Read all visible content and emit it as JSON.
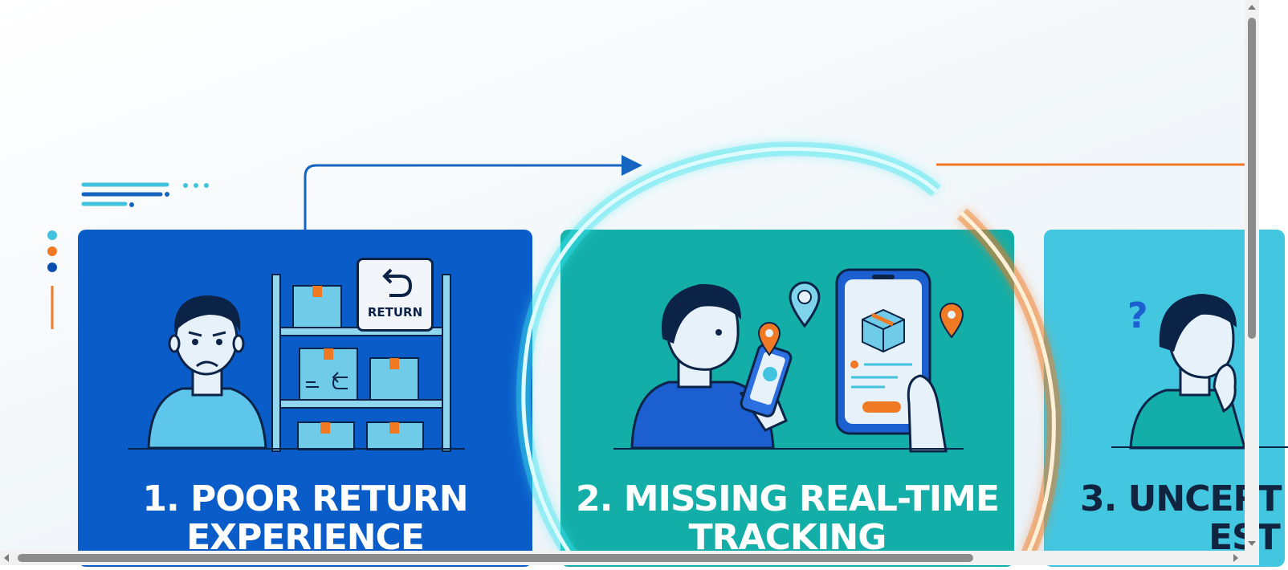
{
  "cards": [
    {
      "title_line1": "1. POOR RETURN",
      "title_line2": "EXPERIENCE",
      "return_label": "RETURN",
      "color": "#0a5dc9"
    },
    {
      "title_line1": "2. MISSING REAL-TIME",
      "title_line2": "TRACKING",
      "color": "#13aea8"
    },
    {
      "title_line1": "3. UNCERT",
      "title_line2": "EST",
      "color": "#43c6e0"
    }
  ],
  "icons": {
    "card1": [
      "sad-person-icon",
      "warehouse-shelf-icon",
      "return-sign-icon"
    ],
    "card2": [
      "person-with-phone-icon",
      "location-pin-icon",
      "package-tracking-phone-icon"
    ],
    "card3": [
      "thinking-person-icon",
      "question-mark-icon"
    ]
  },
  "colors": {
    "accent_blue": "#1565c0",
    "accent_orange": "#f07a23",
    "neon_cyan": "#39e6ef"
  }
}
